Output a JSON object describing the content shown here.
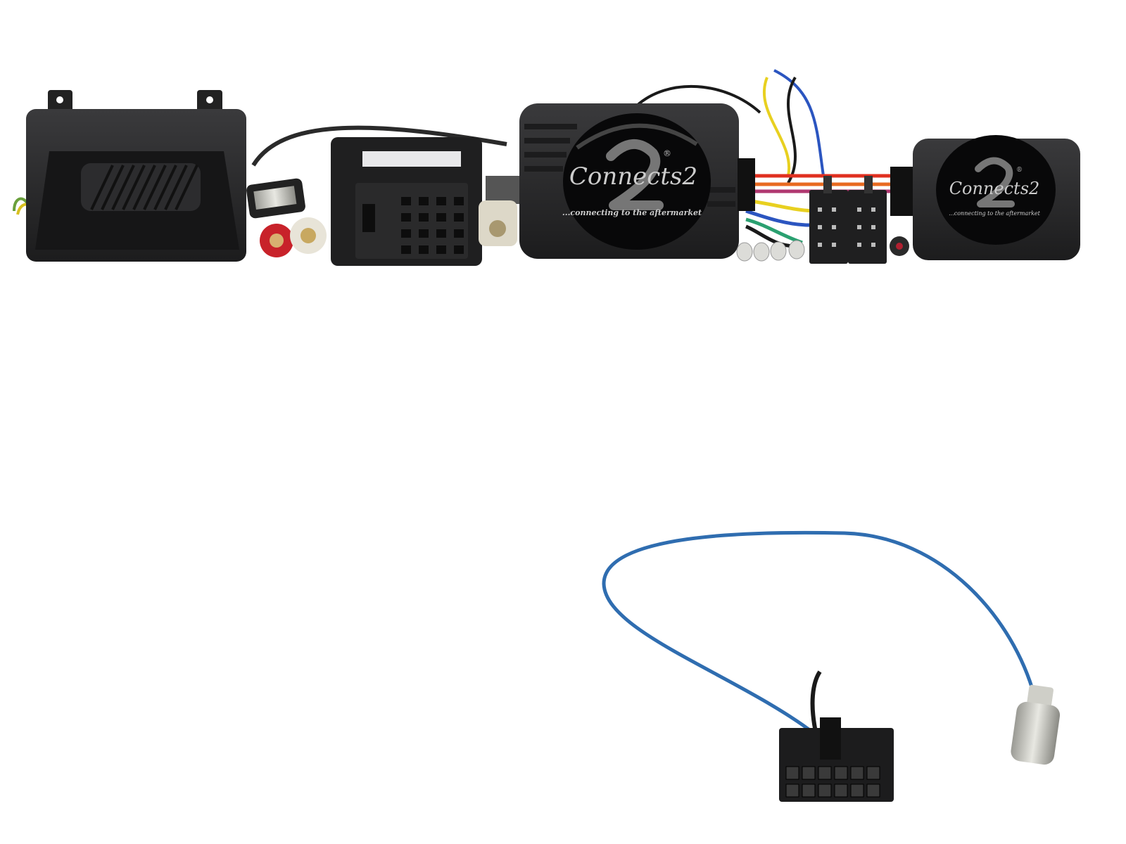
{
  "product": {
    "brand_logo": "Connects2",
    "tagline": "...connecting to the aftermarket",
    "registered_mark": "®",
    "logo_numeral": "2"
  },
  "colors": {
    "housing": "#2a2a2c",
    "housing_dark": "#1a1a1b",
    "antenna_cable": "#2f6db0",
    "rca_red": "#c8222a",
    "rca_white": "#e8e4d8"
  }
}
